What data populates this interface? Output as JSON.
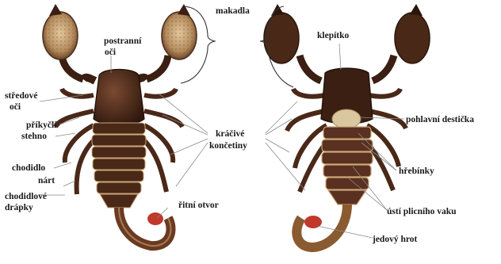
{
  "labels": {
    "makadla": "makadla",
    "postranni_oci_1": "postranní",
    "postranni_oci_2": "oči",
    "stredove_oci_1": "středové",
    "stredove_oci_2": "oči",
    "prikycli": "příkyčlí",
    "stehno": "stehno",
    "chodidlo": "chodidlo",
    "nart": "nárt",
    "chodidlove_drapky_1": "chodidlové",
    "chodidlove_drapky_2": "drápky",
    "ritni_otvor": "řitní otvor",
    "krácive_koncetiny_1": "kráčivé",
    "krácive_koncetiny_2": "končetiny",
    "klepitko": "klepítko",
    "pohlavni_desticka": "pohlavní destička",
    "hrebinky": "hřebínky",
    "usti_plicniho_vaku": "ústí plicního vaku",
    "jedovy_hrot": "jedový hrot"
  },
  "colors": {
    "body_dark": "#3a1f12",
    "body_mid": "#5a3020",
    "segment_light": "#c9a878",
    "claw_texture": "#c8a67a",
    "sting_tip": "#c0392b",
    "leader_line": "#8a8a8a"
  }
}
